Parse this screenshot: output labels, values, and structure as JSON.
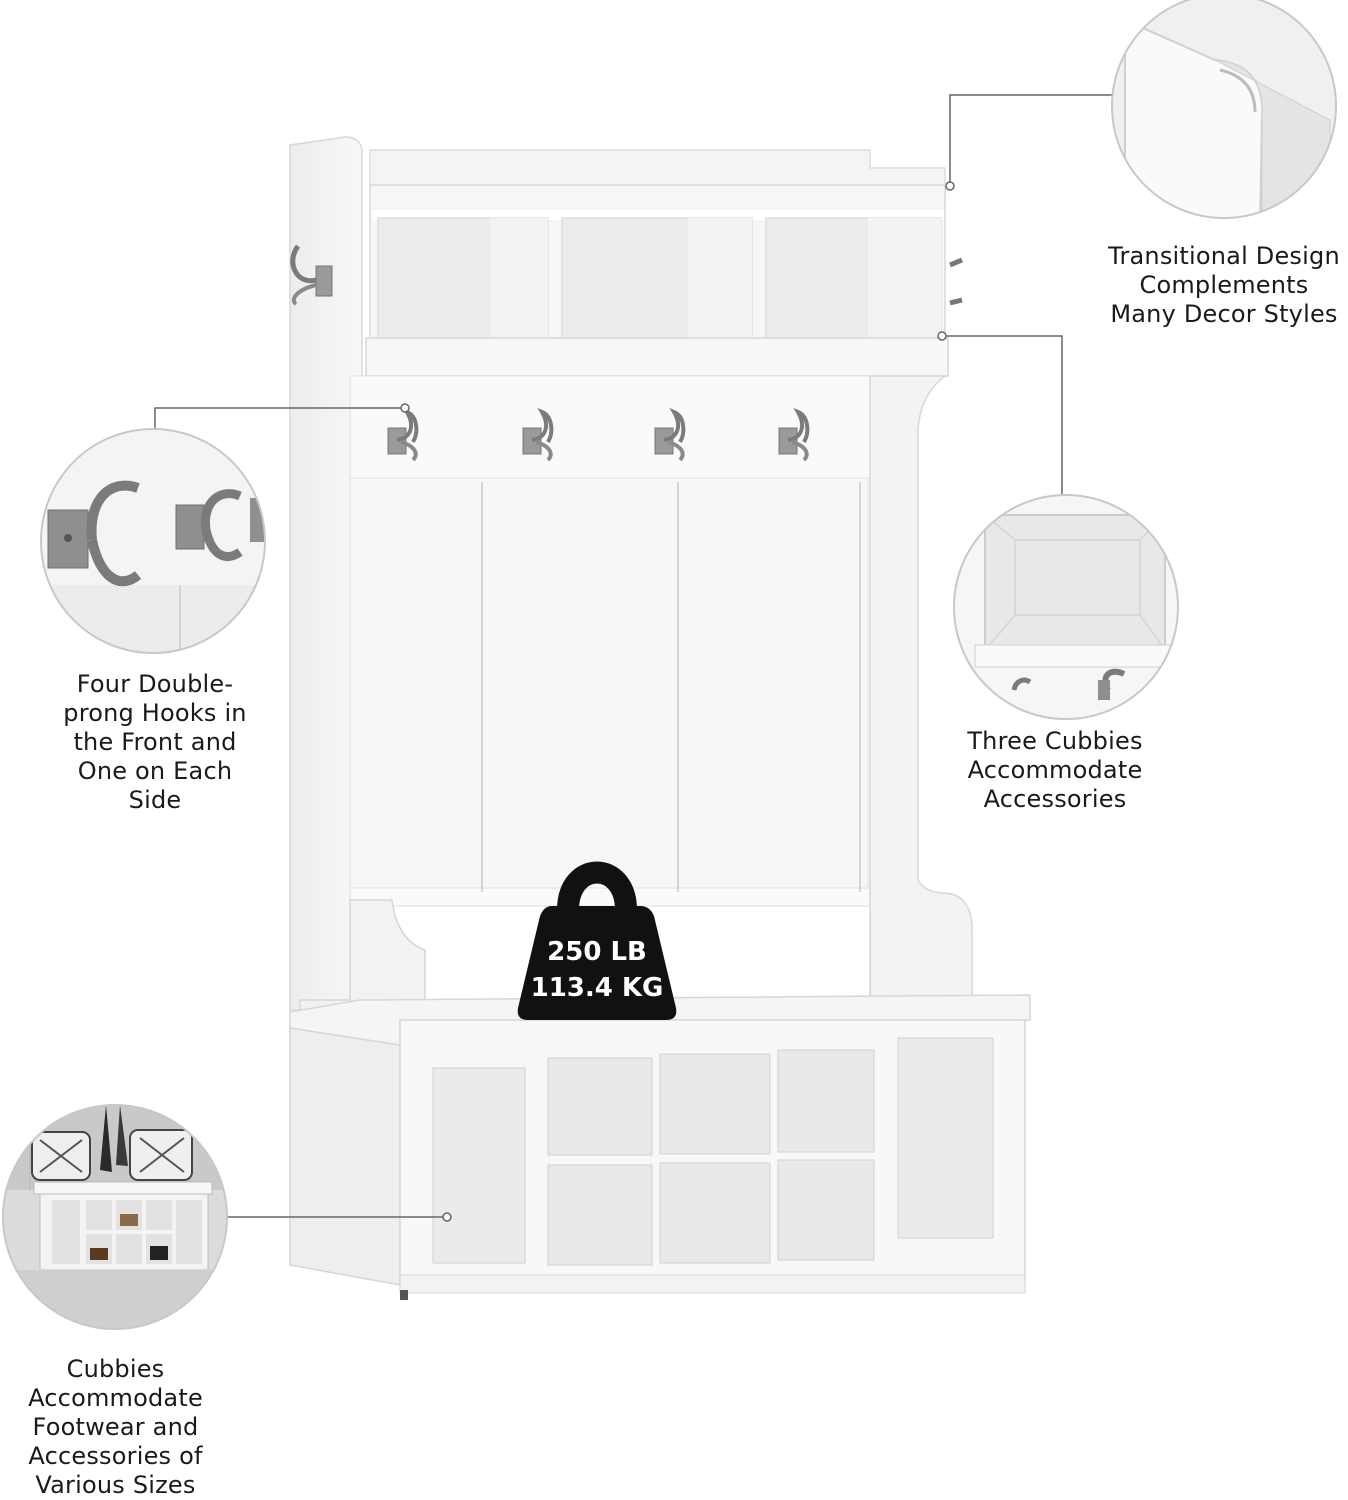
{
  "features": {
    "design": {
      "lines": [
        "Transitional Design",
        "Complements",
        "Many Decor Styles"
      ]
    },
    "hooks": {
      "lines": [
        "Four Double-",
        "prong Hooks in",
        "the Front and",
        "One on Each",
        "Side"
      ]
    },
    "top_cubbies": {
      "lines": [
        "Three Cubbies",
        "Accommodate",
        "Accessories"
      ]
    },
    "bottom_cubbies": {
      "lines": [
        "Cubbies",
        "Accommodate",
        "Footwear and",
        "Accessories of",
        "Various Sizes"
      ]
    }
  },
  "weight_capacity": {
    "pounds": "250 LB",
    "kilograms": "113.4 KG"
  },
  "colors": {
    "cabinet_white": "#f7f7f7",
    "cabinet_shade": "#e6e6e6",
    "outline": "#d5d5d5",
    "hook_metal": "#8a8a8a",
    "weight_badge": "#111111",
    "leader_line": "#555555"
  }
}
